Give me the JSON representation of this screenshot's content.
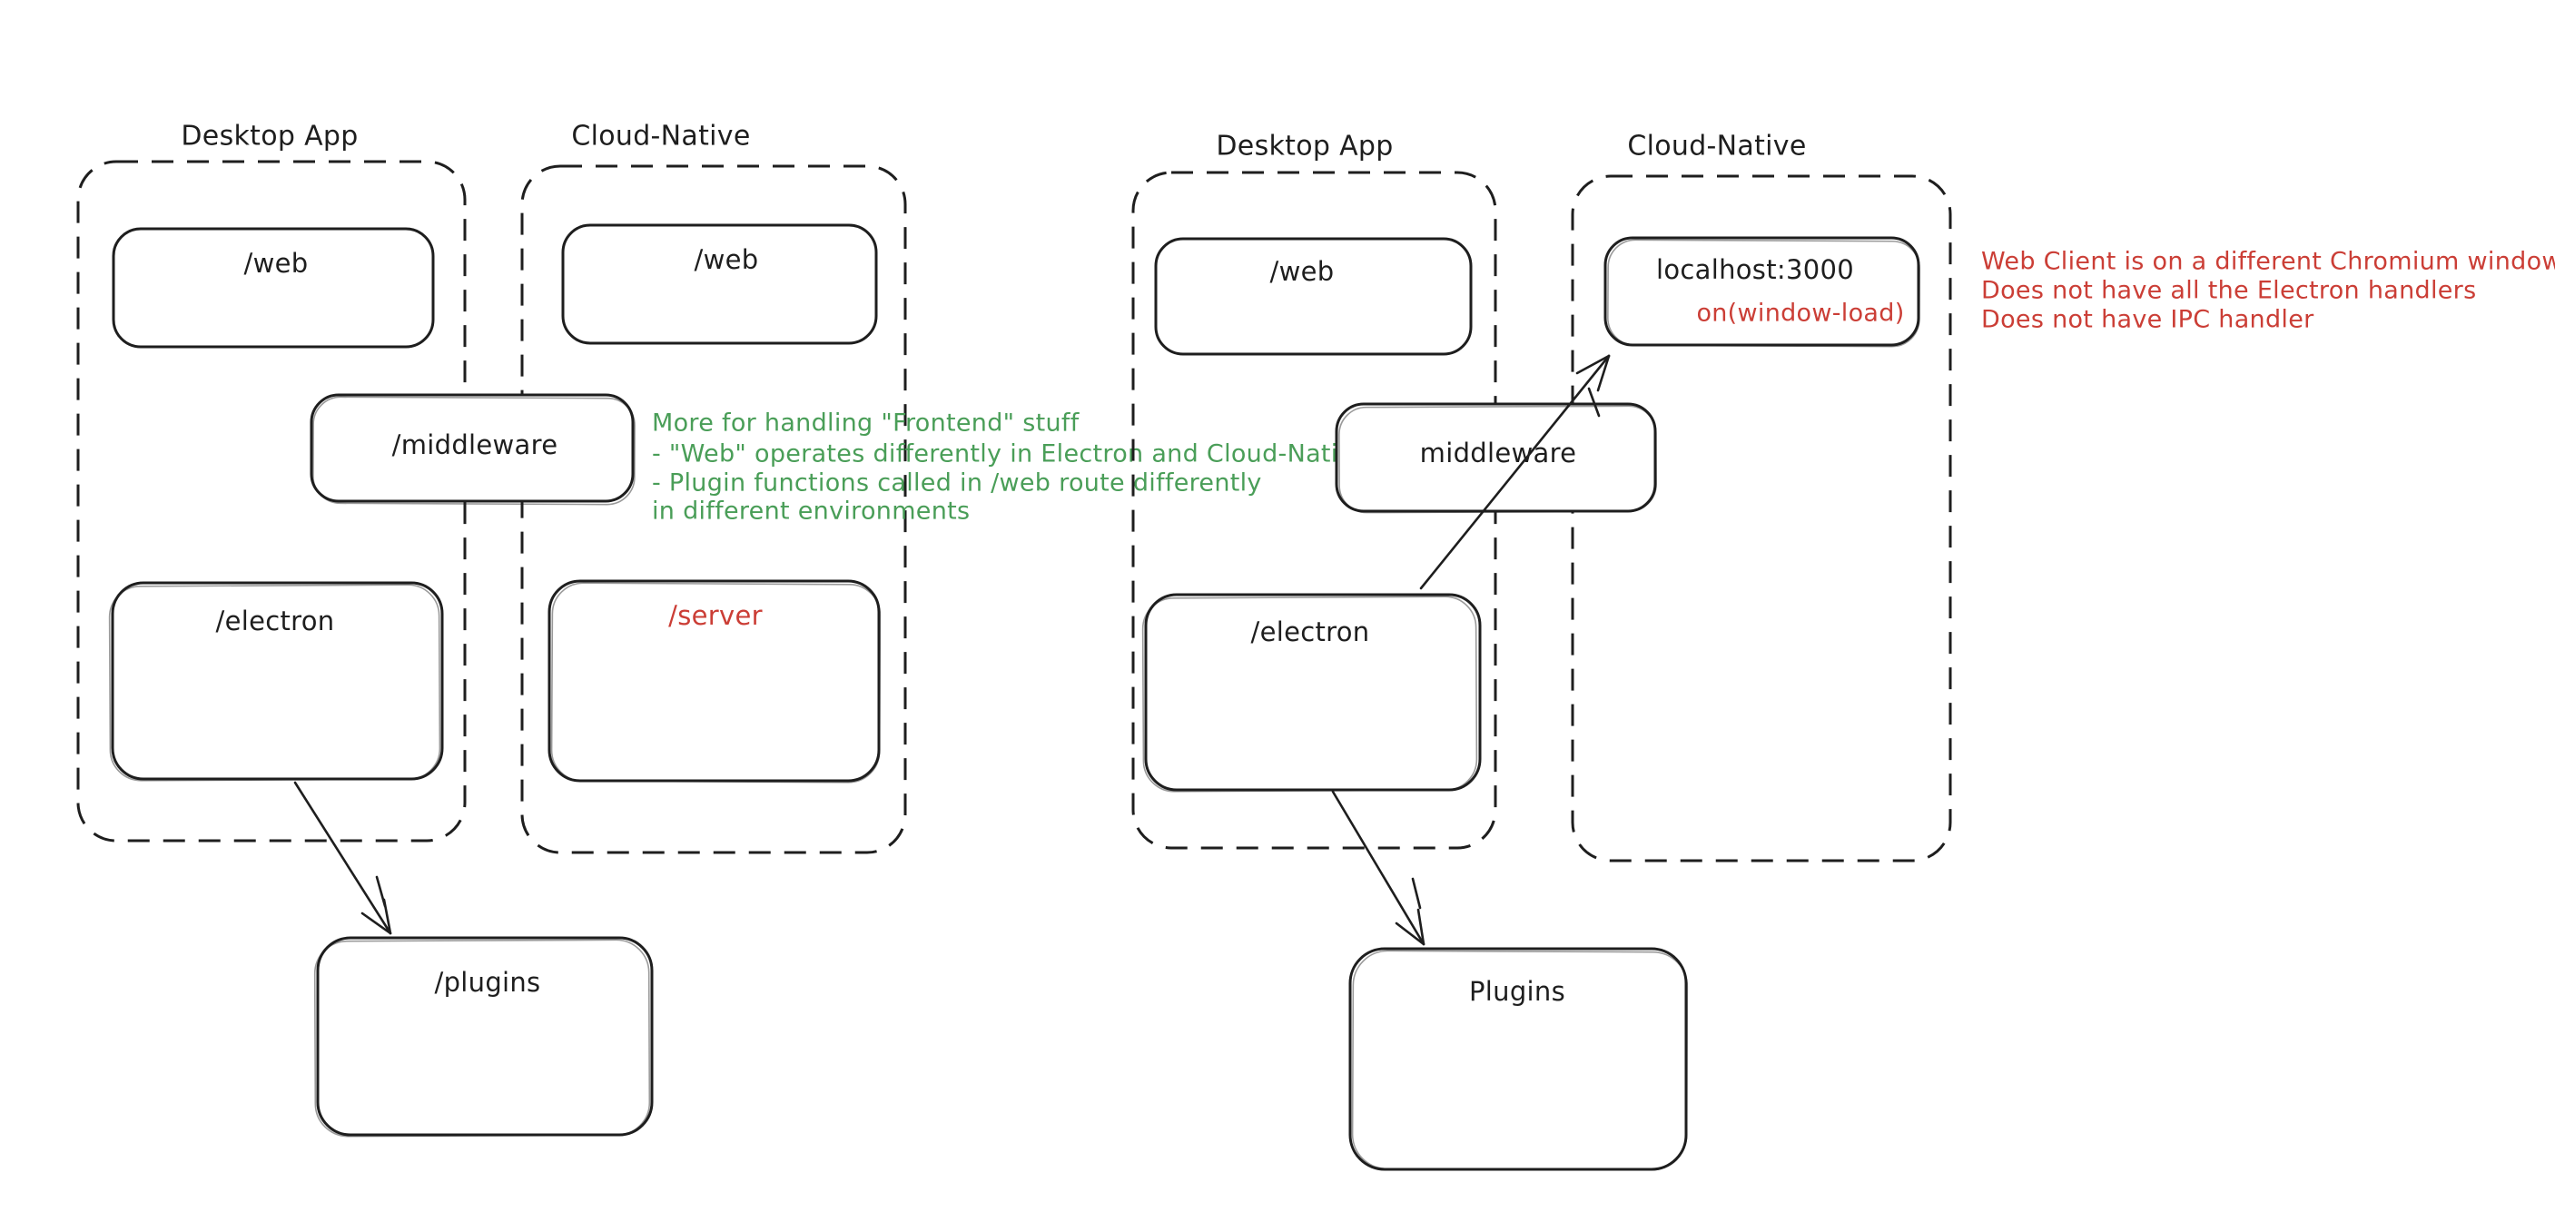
{
  "canvas": {
    "background": "#ffffff"
  },
  "colors": {
    "ink": "#1e1e1e",
    "red": "#cb3e36",
    "green": "#4a9e58"
  },
  "left": {
    "desktop_app_label": "Desktop App",
    "cloud_native_label": "Cloud-Native",
    "desktop_web": "/web",
    "cloud_web": "/web",
    "middleware": "/middleware",
    "electron": "/electron",
    "server": "/server",
    "plugins": "/plugins",
    "note": {
      "lines": [
        "More for handling \"Frontend\" stuff",
        "- \"Web\" operates differently in Electron and Cloud-Native",
        "- Plugin functions called in /web route differently",
        "in different environments"
      ]
    }
  },
  "right": {
    "desktop_app_label": "Desktop App",
    "cloud_native_label": "Cloud-Native",
    "desktop_web": "/web",
    "localhost": "localhost:3000",
    "window_load_handler": "on(window-load)",
    "middleware": "middleware",
    "electron": "/electron",
    "plugins": "Plugins",
    "note": {
      "lines": [
        "Web Client is on a different Chromium window",
        "Does not have all the Electron handlers",
        "Does not have IPC handler"
      ]
    }
  }
}
